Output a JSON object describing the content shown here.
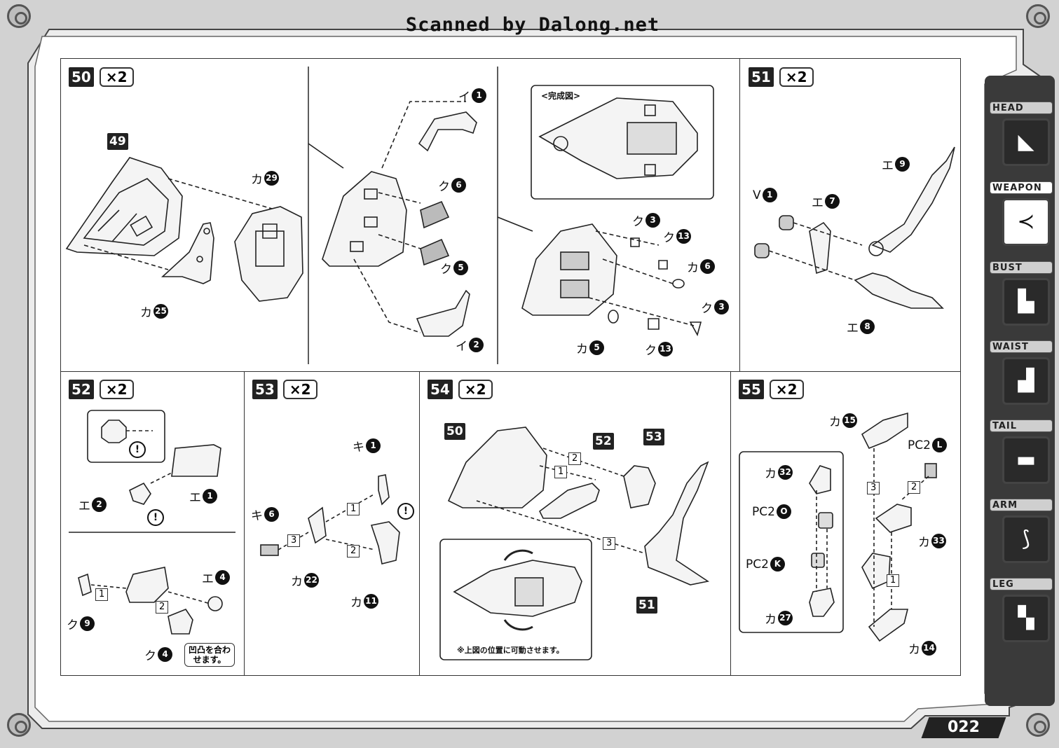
{
  "header": {
    "scan_credit": "Scanned by Dalong.net"
  },
  "steps": [
    {
      "num": "50",
      "mult": "×2"
    },
    {
      "num": "51",
      "mult": "×2"
    },
    {
      "num": "52",
      "mult": "×2"
    },
    {
      "num": "53",
      "mult": "×2"
    },
    {
      "num": "54",
      "mult": "×2"
    },
    {
      "num": "55",
      "mult": "×2"
    }
  ],
  "step50": {
    "ref_step": "49",
    "parts": [
      {
        "letter": "カ",
        "num": "29"
      },
      {
        "letter": "カ",
        "num": "25"
      },
      {
        "letter": "イ",
        "num": "1"
      },
      {
        "letter": "ク",
        "num": "6"
      },
      {
        "letter": "ク",
        "num": "5"
      },
      {
        "letter": "イ",
        "num": "2"
      },
      {
        "letter": "ク",
        "num": "3"
      },
      {
        "letter": "ク",
        "num": "13"
      },
      {
        "letter": "カ",
        "num": "6"
      },
      {
        "letter": "ク",
        "num": "3"
      },
      {
        "letter": "カ",
        "num": "5"
      },
      {
        "letter": "ク",
        "num": "13"
      }
    ],
    "completed_label": "<完成図>"
  },
  "step51": {
    "parts": [
      {
        "letter": "エ",
        "num": "9"
      },
      {
        "letter": "V",
        "num": "1"
      },
      {
        "letter": "エ",
        "num": "7"
      },
      {
        "letter": "エ",
        "num": "8"
      }
    ]
  },
  "step52": {
    "parts": [
      {
        "letter": "エ",
        "num": "2"
      },
      {
        "letter": "エ",
        "num": "1"
      },
      {
        "letter": "エ",
        "num": "4"
      },
      {
        "letter": "ク",
        "num": "9"
      },
      {
        "letter": "ク",
        "num": "4"
      }
    ],
    "note": "凹凸を合わせます。",
    "order": [
      "1",
      "2"
    ],
    "warn": "!"
  },
  "step53": {
    "parts": [
      {
        "letter": "キ",
        "num": "1"
      },
      {
        "letter": "キ",
        "num": "6"
      },
      {
        "letter": "カ",
        "num": "22"
      },
      {
        "letter": "カ",
        "num": "11"
      }
    ],
    "order": [
      "1",
      "2",
      "3"
    ],
    "warn": "!"
  },
  "step54": {
    "refs": [
      "50",
      "52",
      "53",
      "51"
    ],
    "order": [
      "1",
      "2",
      "3"
    ],
    "note": "※上図の位置に可動させます。"
  },
  "step55": {
    "parts": [
      {
        "letter": "カ",
        "num": "15"
      },
      {
        "letter": "PC2",
        "num": "L"
      },
      {
        "letter": "カ",
        "num": "32"
      },
      {
        "letter": "PC2",
        "num": "O"
      },
      {
        "letter": "PC2",
        "num": "K"
      },
      {
        "letter": "カ",
        "num": "27"
      },
      {
        "letter": "カ",
        "num": "33"
      },
      {
        "letter": "カ",
        "num": "14"
      }
    ],
    "order": [
      "1",
      "2",
      "3"
    ]
  },
  "nav": [
    {
      "label": "HEAD",
      "icon": "head-icon",
      "active": false
    },
    {
      "label": "WEAPON",
      "icon": "weapon-icon",
      "active": true
    },
    {
      "label": "BUST",
      "icon": "bust-icon",
      "active": false
    },
    {
      "label": "WAIST",
      "icon": "waist-icon",
      "active": false
    },
    {
      "label": "TAIL",
      "icon": "tail-icon",
      "active": false
    },
    {
      "label": "ARM",
      "icon": "arm-icon",
      "active": false
    },
    {
      "label": "LEG",
      "icon": "leg-icon",
      "active": false
    }
  ],
  "page_number": "022",
  "colors": {
    "ink": "#111111",
    "page": "#ffffff",
    "frame": "#d6d6d6"
  }
}
